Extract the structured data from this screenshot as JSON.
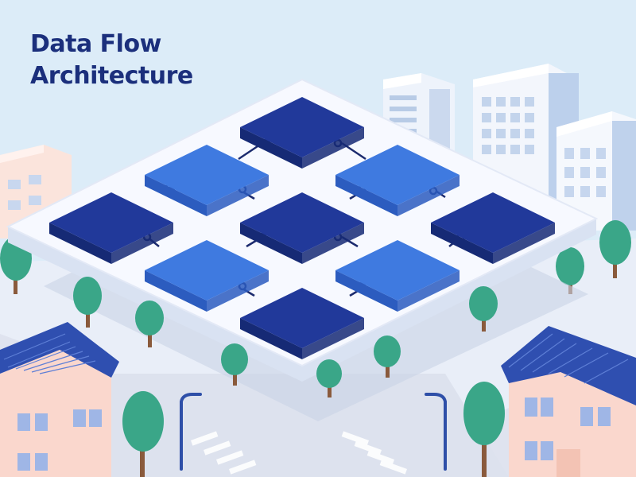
{
  "title": {
    "line1": "Data Flow",
    "line2": "Architecture"
  },
  "colors": {
    "sky": "#dcecf8",
    "ground": "#e9eef8",
    "road": "#dfe3ef",
    "platform": "#f7f9ff",
    "platform_shadow": "#c9d3e6",
    "node_dark_top": "#21399a",
    "node_dark_side": "#162a75",
    "node_light_top": "#3f7ae0",
    "node_light_side": "#2c5cbf",
    "connector": "#1c2b6e",
    "tree": "#3aa688",
    "trunk": "#8a5a3c",
    "roof": "#2f4fb0",
    "house_wall": "#fad7cd",
    "title_text": "#1b2f7c"
  },
  "diagram": {
    "node_rows": [
      [
        "dark"
      ],
      [
        "light",
        "light"
      ],
      [
        "dark",
        "dark",
        "dark"
      ],
      [
        "light",
        "light"
      ],
      [
        "dark"
      ]
    ]
  }
}
